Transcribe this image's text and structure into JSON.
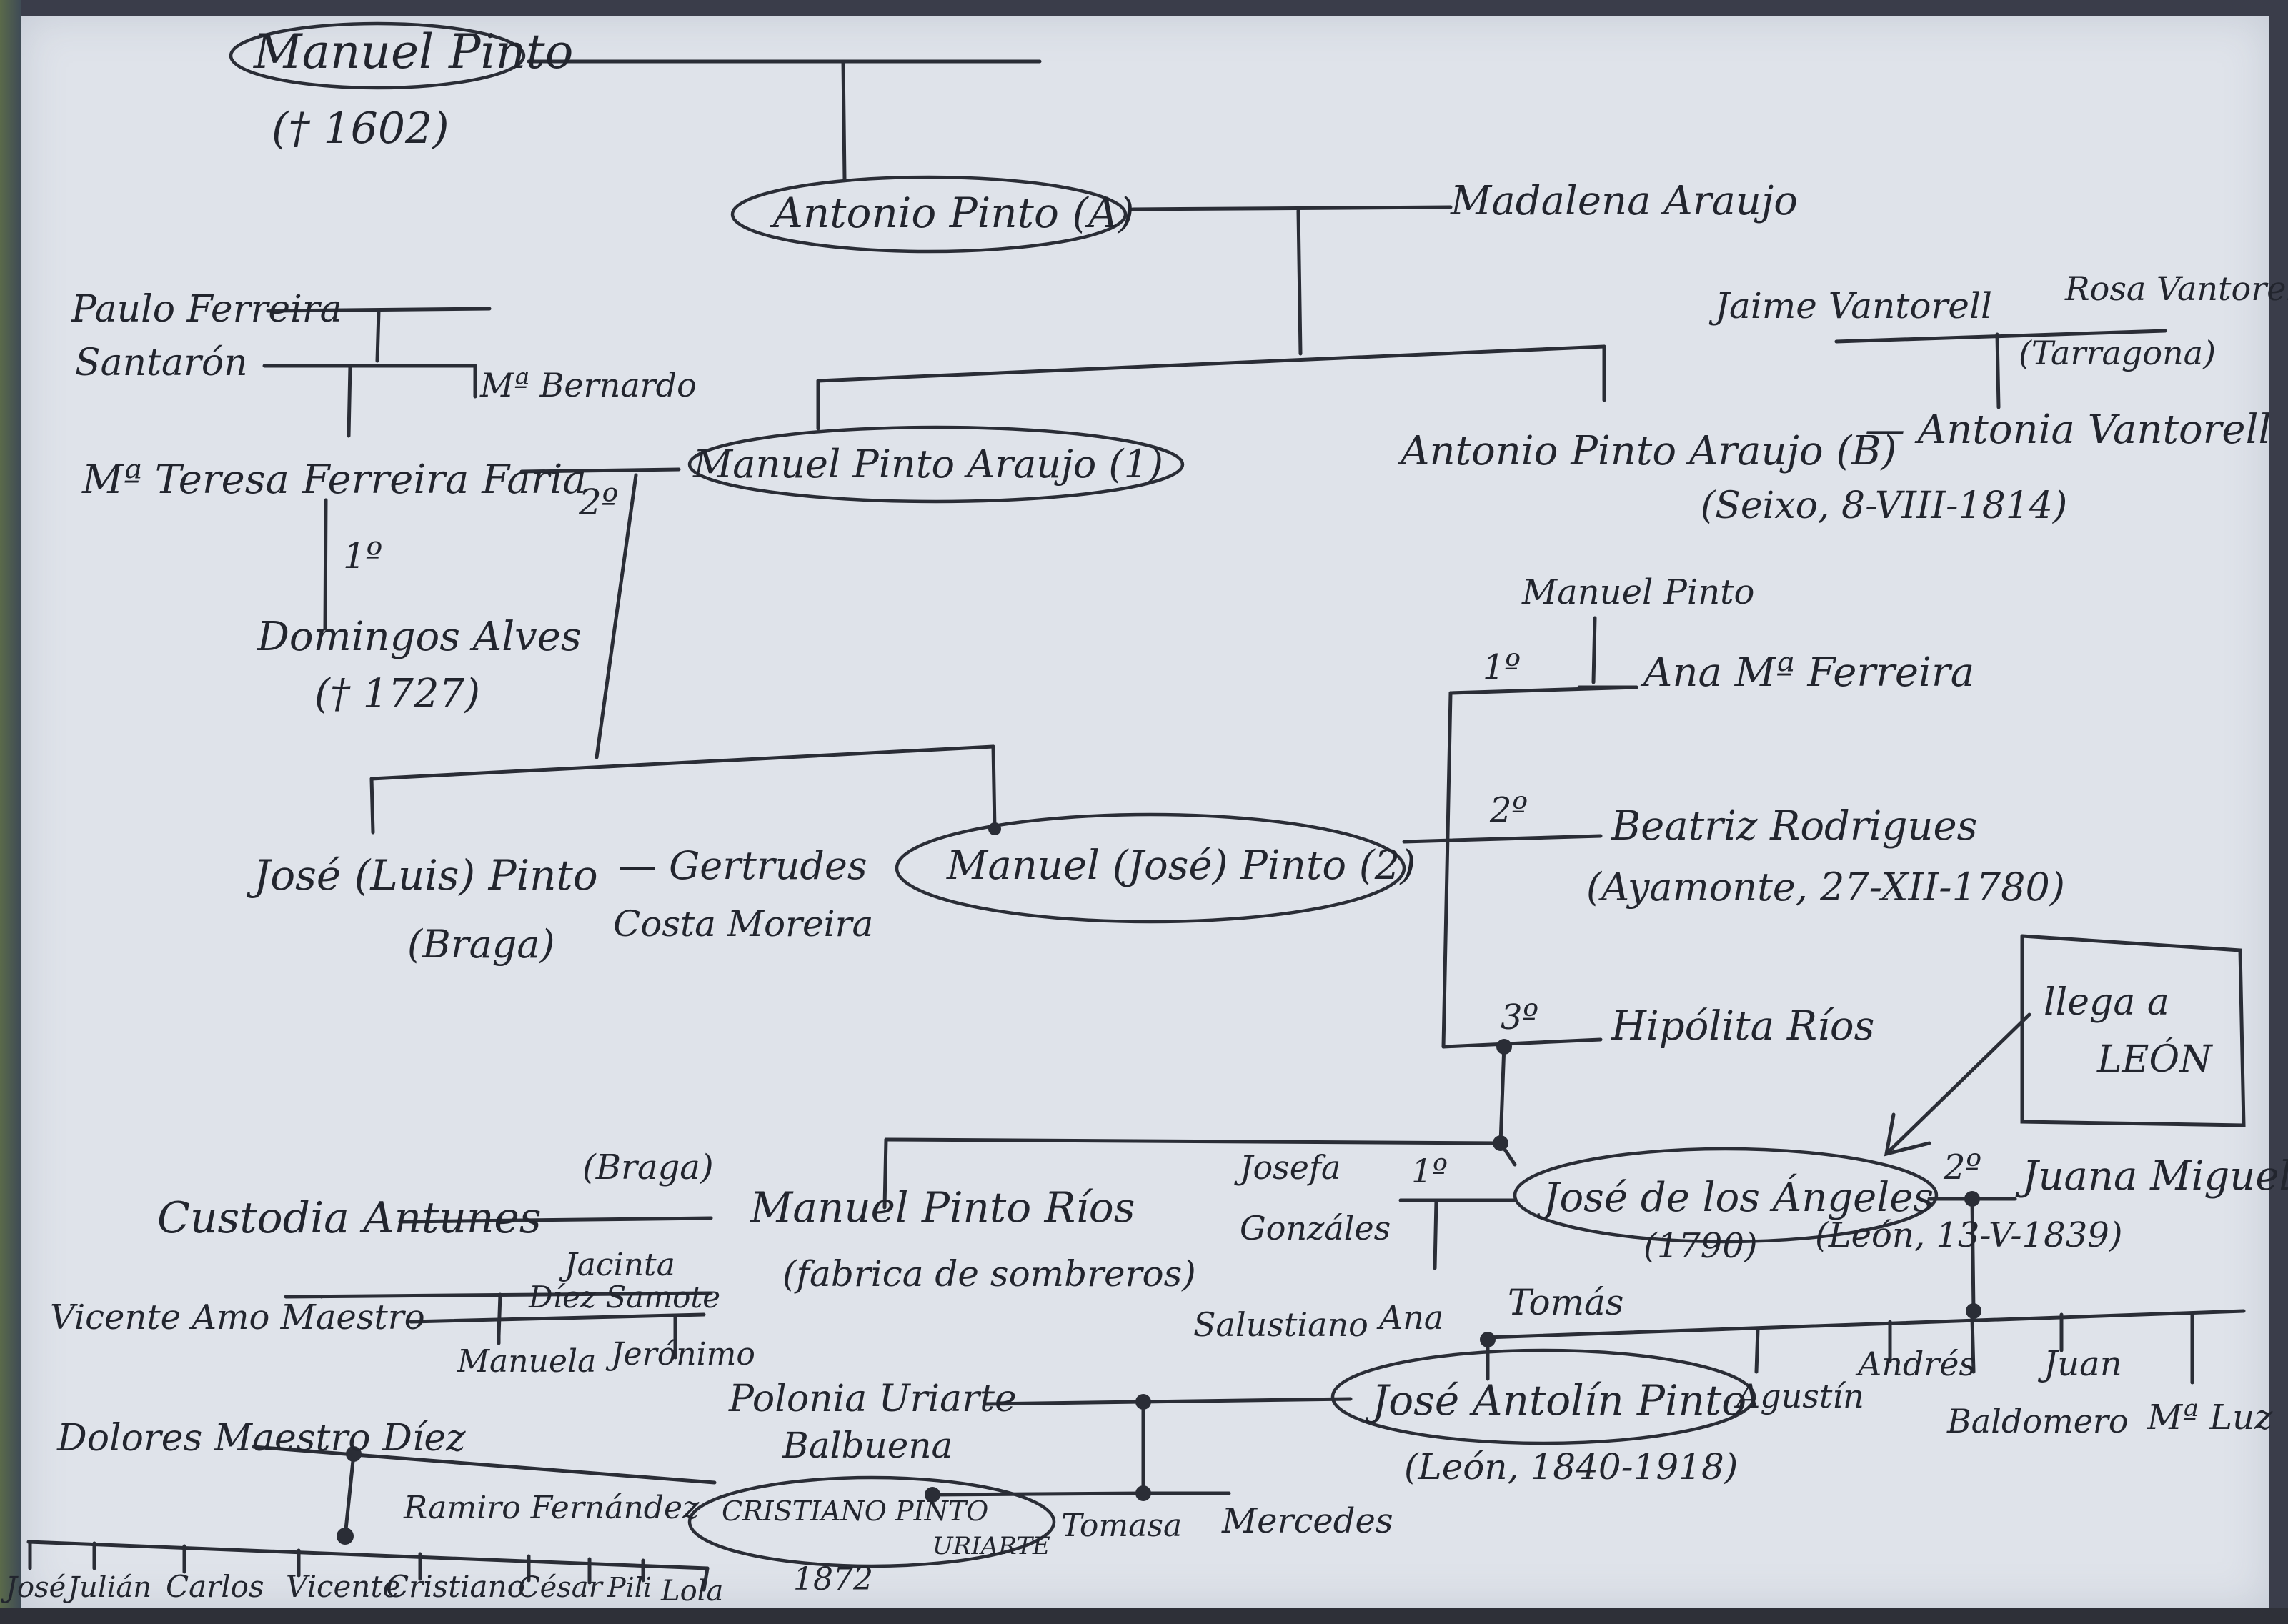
{
  "people": {
    "manuel_pinto_root": "Manuel Pinto",
    "manuel_pinto_root_death": "(† 1602)",
    "antonio_pinto_a": "Antonio Pinto (A)",
    "madalena_araujo": "Madalena Araujo",
    "paulo_ferreira": "Paulo Ferreira",
    "santaron": "Santarón",
    "m_bernardo": "Mª Bernardo",
    "jaime_vantorell": "Jaime Vantorell",
    "rosa_vantorell": "Rosa Vantorell",
    "tarragona": "(Tarragona)",
    "teresa_ferreira_faria": "Mª Teresa Ferreira Faria",
    "manuel_pinto_araujo_1": "Manuel Pinto Araujo (1)",
    "antonio_pinto_araujo_b": "Antonio Pinto Araujo (B)",
    "antonia_vantorell": "— Antonia Vantorell",
    "seixo_date": "(Seixo, 8-VIII-1814)",
    "marriage_2_left": "2º",
    "marriage_1_left": "1º",
    "domingos_alves": "Domingos Alves",
    "domingos_death": "(† 1727)",
    "manuel_pinto_2": "Manuel Pinto",
    "ana_m_ferreira": "Ana Mª Ferreira",
    "marriage_1_right": "1º",
    "marriage_2_right": "2º",
    "marriage_3_right": "3º",
    "beatriz_rodrigues": "Beatriz Rodrigues",
    "ayamonte_date": "(Ayamonte, 27-XII-1780)",
    "hipolita_rios": "Hipólita Ríos",
    "jose_luis_pinto": "José (Luis) Pinto",
    "braga_1": "(Braga)",
    "gertrudes": "— Gertrudes",
    "costa_moreira": "Costa Moreira",
    "manuel_jose_pinto_2": "Manuel (José) Pinto (2)",
    "llega_a_leon_1": "llega a",
    "llega_a_leon_2": "LEÓN",
    "braga_2": "(Braga)",
    "custodia_antunes": "Custodia Antunes",
    "manuel_pinto_rios": "Manuel Pinto Ríos",
    "fabrica_sombreros": "(fabrica de sombreros)",
    "josefa_gonzales_1": "Josefa",
    "josefa_gonzales_2": "Gonzáles",
    "marriage_1_jose": "1º",
    "jose_de_los_angeles": "José de los Ángeles",
    "jose_angeles_year": "(1790)",
    "leon_date_1839": "(León, 13-V-1839)",
    "marriage_2_jose": "2º",
    "juana_miguel": "Juana Miguel",
    "vicente_amo_maestro": "Vicente Amo Maestro",
    "jacinta_1": "Jacinta",
    "jacinta_2": "Díez Samote",
    "manuela": "Manuela",
    "jeronimo": "Jerónimo",
    "salustiano": "Salustiano",
    "ana": "Ana",
    "tomas": "Tomás",
    "dolores_maestro_diez": "Dolores Maestro Díez",
    "polonia_uriarte_1": "Polonia Uriarte",
    "polonia_uriarte_2": "Balbuena",
    "jose_antolin_pinto": "José Antolín Pinto",
    "jose_antolin_dates": "(León, 1840-1918)",
    "agustin": "Agustín",
    "andres": "Andrés",
    "juan": "Juan",
    "baldomero": "Baldomero",
    "m_luz": "Mª Luz",
    "ramiro_fernandez": "Ramiro Fernández",
    "cristiano_pinto_1": "CRISTIANO PINTO",
    "cristiano_pinto_2": "URIARTE",
    "cristiano_year": "1872",
    "tomasa": "Tomasa",
    "mercedes": "Mercedes",
    "jose_c": "José",
    "julian": "Julián",
    "carlos": "Carlos",
    "vicente": "Vicente",
    "cristiano_c": "Cristiano",
    "cesar": "César",
    "pili": "Pili",
    "lola": "Lola"
  }
}
